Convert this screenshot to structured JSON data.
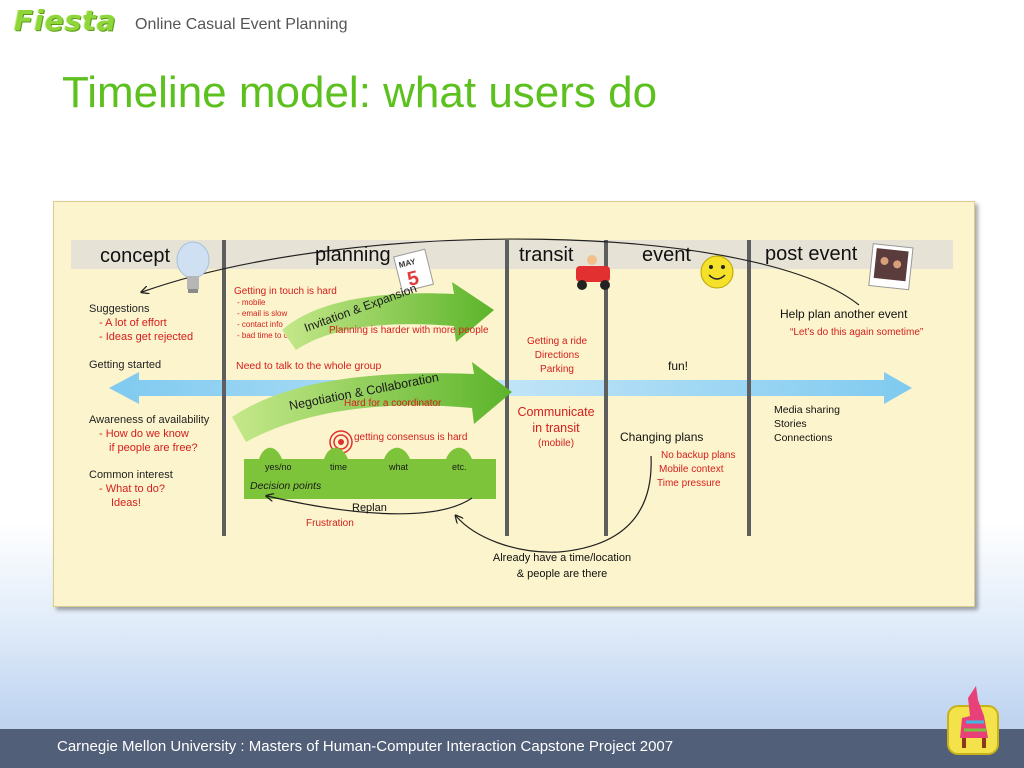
{
  "header": {
    "logo": "Fiesta",
    "tagline": "Online Casual Event Planning"
  },
  "title": "Timeline model: what users do",
  "diagram": {
    "phases": [
      "concept",
      "planning",
      "transit",
      "event",
      "post event"
    ],
    "calendar": {
      "month": "MAY",
      "day": "5"
    },
    "concept": {
      "suggestions": "Suggestions",
      "suggestion_items": [
        "- A lot of effort",
        "- Ideas get rejected"
      ],
      "getting_started": "Getting started",
      "awareness": "Awareness of availability",
      "awareness_items": [
        "- How do we know",
        "if people are free?"
      ],
      "common_interest": "Common interest",
      "common_items": [
        "- What to do?",
        "Ideas!"
      ]
    },
    "planning": {
      "getting_in_touch": "Getting in touch is hard",
      "touch_items": [
        "- mobile",
        "- email is slow",
        "- contact info",
        "- bad time to call"
      ],
      "invitation_arrow": "Invitation & Expansion",
      "harder": "Planning is harder with more people",
      "need_to_talk": "Need to talk to the whole group",
      "negotiation_arrow": "Negotiation & Collaboration",
      "coordinator": "Hard for a coordinator",
      "consensus": "getting consensus is hard",
      "decision_labels": [
        "yes/no",
        "time",
        "what",
        "etc."
      ],
      "decision_points": "Decision points",
      "replan": "Replan",
      "frustration": "Frustration"
    },
    "transit": {
      "items": [
        "Getting a ride",
        "Directions",
        "Parking"
      ],
      "communicate": [
        "Communicate",
        "in transit"
      ],
      "mobile": "(mobile)"
    },
    "event": {
      "fun": "fun!",
      "changing": "Changing plans",
      "items": [
        "No backup plans",
        "Mobile context",
        "Time pressure"
      ]
    },
    "post_event": {
      "help": "Help plan another event",
      "quote": "“Let’s do this again sometime”",
      "items": [
        "Media sharing",
        "Stories",
        "Connections"
      ]
    },
    "already": [
      "Already have a time/location",
      "& people are there"
    ]
  },
  "footer": {
    "text": "Carnegie Mellon University : Masters of Human-Computer Interaction Capstone Project 2007"
  }
}
